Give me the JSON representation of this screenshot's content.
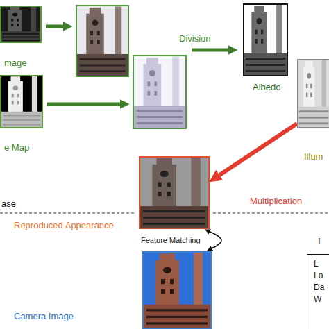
{
  "diagram": {
    "nodes": [
      {
        "text": [
          "mage"
        ]
      },
      {
        "text": [
          "e Map"
        ]
      },
      {
        "text": [
          "Albedo"
        ]
      },
      {
        "text": [
          "Illum"
        ]
      },
      {
        "text": [
          "Reproduced Appearance"
        ]
      },
      {
        "text": [
          "Camera Image"
        ]
      },
      {
        "text": [
          "L",
          "Lo",
          "Da",
          "W"
        ]
      }
    ],
    "edges": [
      {
        "from": 3,
        "to": 4,
        "arrow": "to",
        "label": "Multiplication"
      },
      {
        "from": 4,
        "to": 5,
        "arrow": "both",
        "label": "Feature Matching"
      }
    ],
    "labels": [
      "Division",
      "ase",
      "I"
    ]
  }
}
